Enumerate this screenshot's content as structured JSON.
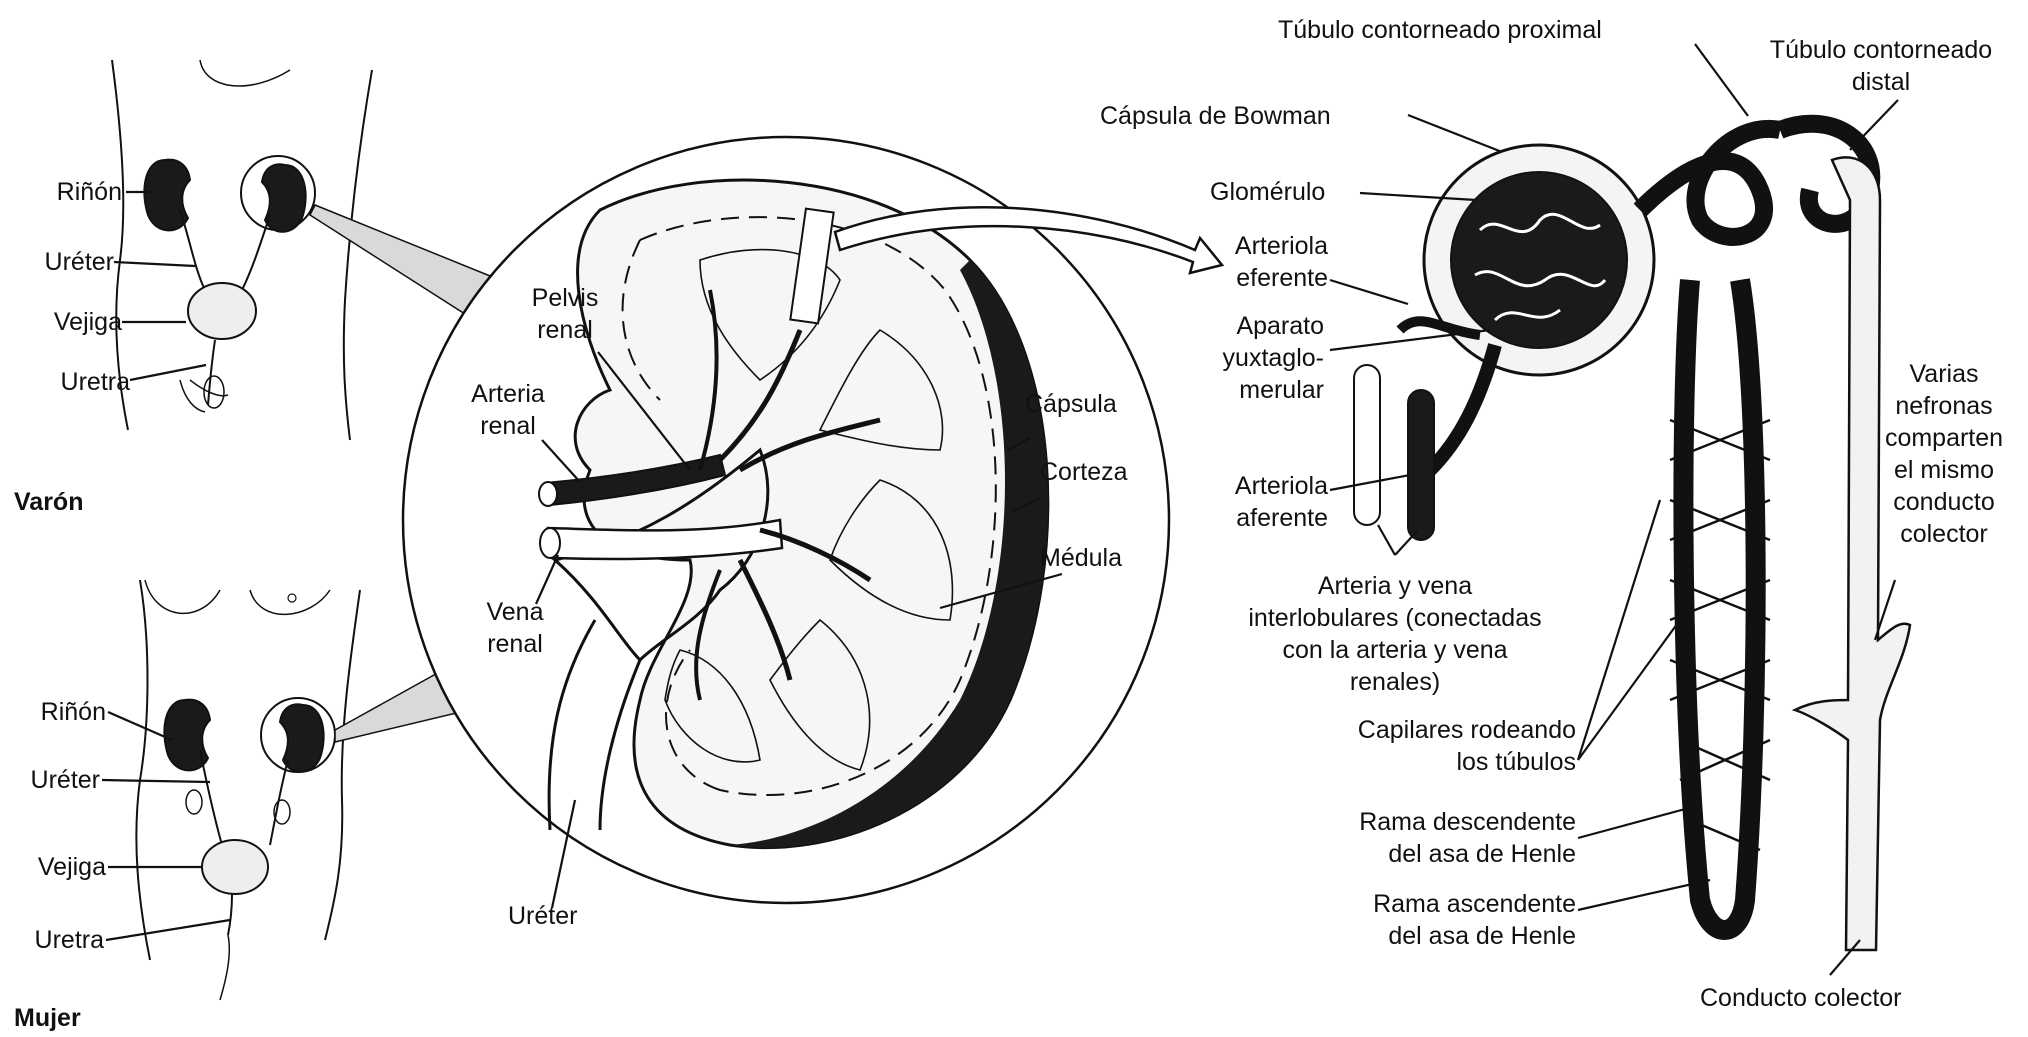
{
  "body_panel": {
    "male": {
      "kidney": "Riñón",
      "ureter": "Uréter",
      "bladder": "Vejiga",
      "urethra": "Uretra",
      "sex": "Varón"
    },
    "female": {
      "kidney": "Riñón",
      "ureter": "Uréter",
      "bladder": "Vejiga",
      "urethra": "Uretra",
      "sex": "Mujer"
    }
  },
  "kidney_section": {
    "pelvis": [
      "Pelvis",
      "renal"
    ],
    "artery": [
      "Arteria",
      "renal"
    ],
    "vein": [
      "Vena",
      "renal"
    ],
    "ureter": "Uréter",
    "capsule": "Cápsula",
    "cortex": "Corteza",
    "medulla": "Médula"
  },
  "nephron": {
    "proximal_tubule": "Túbulo contorneado proximal",
    "distal_tubule": [
      "Túbulo contorneado",
      "distal"
    ],
    "bowman": "Cápsula de Bowman",
    "glomerulus": "Glomérulo",
    "efferent": [
      "Arteriola",
      "eferente"
    ],
    "juxtaglomerular": [
      "Aparato",
      "yuxtaglo-",
      "merular"
    ],
    "afferent": [
      "Arteriola",
      "aferente"
    ],
    "interlobular": [
      "Arteria y vena",
      "interlobulares (conectadas",
      "con la arteria y vena",
      "renales)"
    ],
    "capillaries": [
      "Capilares rodeando",
      "los túbulos"
    ],
    "descending": [
      "Rama descendente",
      "del asa de Henle"
    ],
    "ascending": [
      "Rama ascendente",
      "del asa de Henle"
    ],
    "collecting_duct": "Conducto colector",
    "shared_duct_note": [
      "Varias",
      "nefronas",
      "comparten",
      "el mismo",
      "conducto",
      "colector"
    ]
  }
}
